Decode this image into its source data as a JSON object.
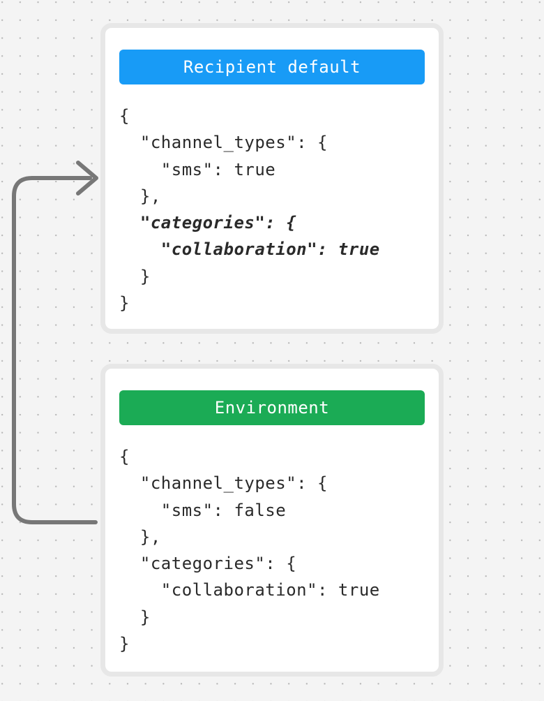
{
  "canvas": {
    "background_color": "#f4f4f4",
    "dot_color": "#b7b7b7"
  },
  "connector": {
    "color": "#777777"
  },
  "cards": [
    {
      "id": "recipient-default",
      "header": {
        "label": "Recipient default",
        "color": "#189BF6"
      },
      "code_lines": [
        {
          "text": "{",
          "emphasis": false
        },
        {
          "text": "  \"channel_types\": {",
          "emphasis": false
        },
        {
          "text": "    \"sms\": true",
          "emphasis": false
        },
        {
          "text": "  },",
          "emphasis": false
        },
        {
          "text": "  \"categories\": {",
          "emphasis": true
        },
        {
          "text": "    \"collaboration\": true",
          "emphasis": true
        },
        {
          "text": "  }",
          "emphasis": false
        },
        {
          "text": "}",
          "emphasis": false
        }
      ]
    },
    {
      "id": "environment",
      "header": {
        "label": "Environment",
        "color": "#1BAB55"
      },
      "code_lines": [
        {
          "text": "{",
          "emphasis": false
        },
        {
          "text": "  \"channel_types\": {",
          "emphasis": false
        },
        {
          "text": "    \"sms\": false",
          "emphasis": false
        },
        {
          "text": "  },",
          "emphasis": false
        },
        {
          "text": "  \"categories\": {",
          "emphasis": false
        },
        {
          "text": "    \"collaboration\": true",
          "emphasis": false
        },
        {
          "text": "  }",
          "emphasis": false
        },
        {
          "text": "}",
          "emphasis": false
        }
      ]
    }
  ]
}
